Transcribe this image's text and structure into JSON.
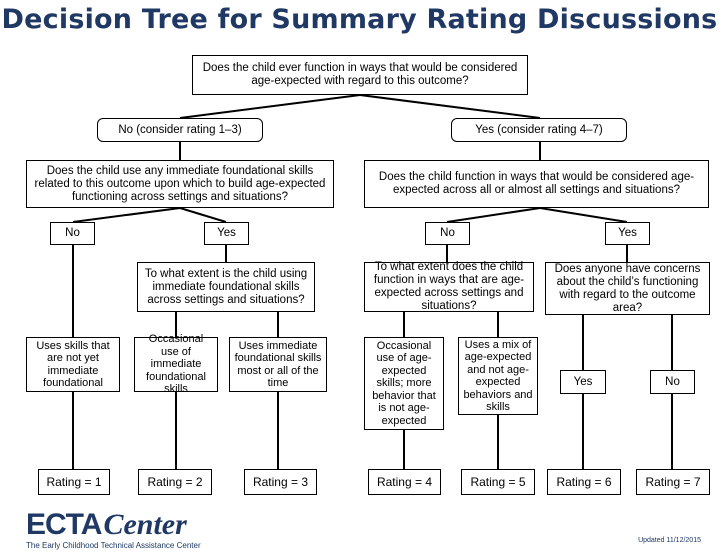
{
  "title": "Decision Tree for Summary Rating Discussions",
  "root_question": "Does the child ever function in ways that would be considered age-expected with regard to this outcome?",
  "left": {
    "branch_label": "No (consider rating 1–3)",
    "question": "Does the child use any immediate foundational skills related to this outcome upon which to build age-expected functioning across settings and situations?",
    "no_label": "No",
    "yes_label": "Yes",
    "no_outcome": "Uses skills that are not yet immediate foundational",
    "yes_question": "To what extent is the child using immediate foundational skills across settings and situations?",
    "occasional": "Occasional use of immediate foundational skills",
    "most": "Uses immediate foundational skills most or all of the time",
    "rating1": "Rating = 1",
    "rating2": "Rating = 2",
    "rating3": "Rating = 3"
  },
  "right": {
    "branch_label": "Yes (consider rating 4–7)",
    "question": "Does the child function in ways that would be considered age-expected across all or almost all settings and situations?",
    "no_label": "No",
    "yes_label": "Yes",
    "no_question": "To what extent does the child function in ways that are age-expected across settings and situations?",
    "occasional": "Occasional use of age-expected skills; more behavior that is not age-expected",
    "mix": "Uses a mix of age-expected and not age-expected behaviors and skills",
    "yes_question": "Does anyone have concerns about the child’s functioning with regard to the outcome area?",
    "concern_yes": "Yes",
    "concern_no": "No",
    "rating4": "Rating = 4",
    "rating5": "Rating = 5",
    "rating6": "Rating = 6",
    "rating7": "Rating = 7"
  },
  "footer": {
    "logo_ecta": "ECTA",
    "logo_center": "Center",
    "logo_sub": "The Early Childhood Technical Assistance Center",
    "updated": "Updated 11/12/2015"
  }
}
